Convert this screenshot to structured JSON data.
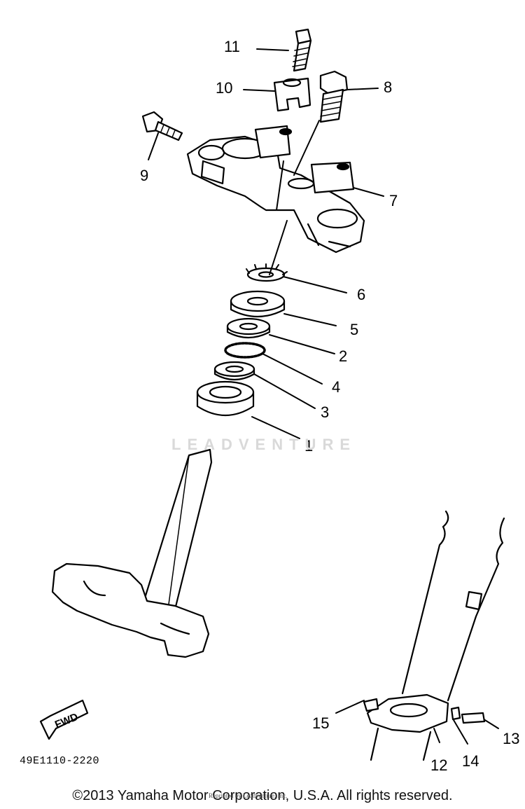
{
  "diagram": {
    "part_callouts": [
      "1",
      "2",
      "3",
      "4",
      "5",
      "6",
      "7",
      "8",
      "9",
      "10",
      "11",
      "12",
      "13",
      "14",
      "15"
    ],
    "fwd_marker": "FWD",
    "part_code": "49E1110-2220",
    "watermark": "LEADVENTURE",
    "copyright": "©2013 Yamaha Motor Corporation, U.S.A. All rights reserved.",
    "reprint_note": "Reprinted by Leadventure, Inc."
  }
}
